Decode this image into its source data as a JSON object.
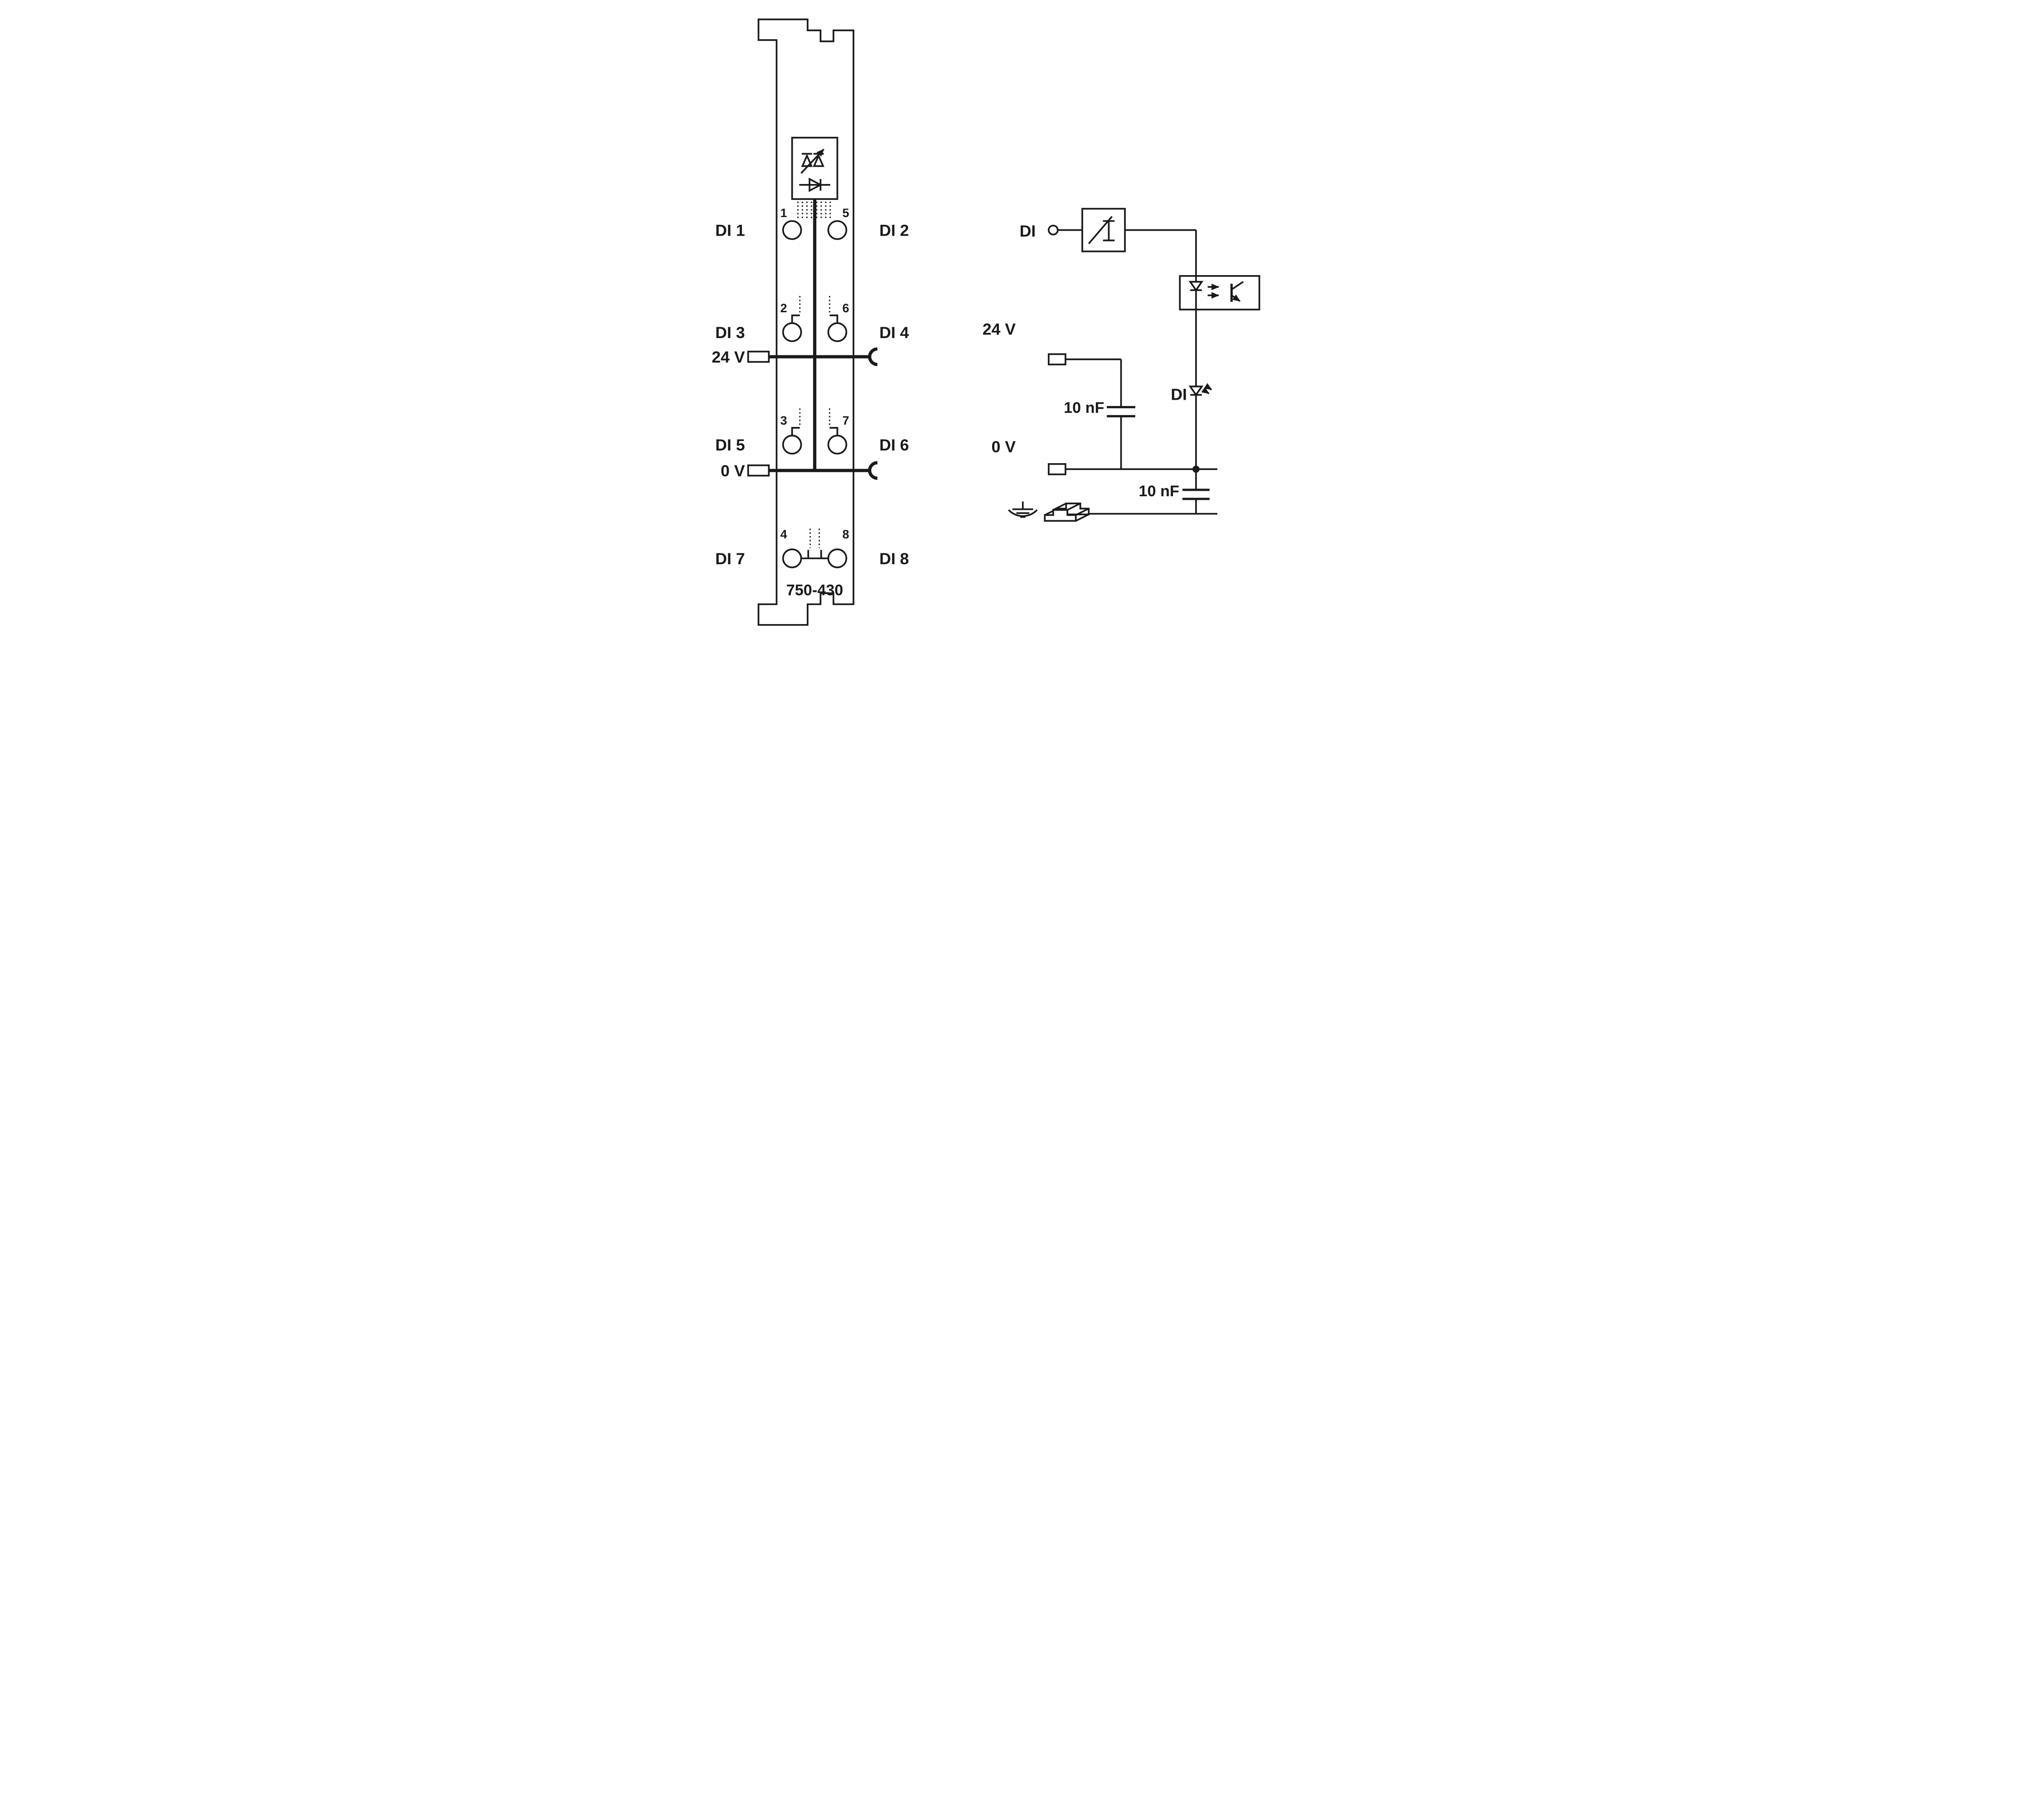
{
  "module": {
    "part_number": "750-430",
    "left_labels": {
      "di1": "DI 1",
      "di3": "DI 3",
      "v24": "24 V",
      "di5": "DI 5",
      "v0": "0 V",
      "di7": "DI 7"
    },
    "right_labels": {
      "di2": "DI 2",
      "di4": "DI 4",
      "di6": "DI 6",
      "di8": "DI 8"
    },
    "contacts": {
      "c1": "1",
      "c2": "2",
      "c3": "3",
      "c4": "4",
      "c5": "5",
      "c6": "6",
      "c7": "7",
      "c8": "8"
    }
  },
  "schematic": {
    "input": "DI",
    "supply_24v": "24 V",
    "supply_0v": "0 V",
    "led": "DI",
    "cap_24v": "10 nF",
    "cap_0v": "10 nF"
  },
  "colors": {
    "ink": "#1a1a1a",
    "background": "#ffffff"
  }
}
